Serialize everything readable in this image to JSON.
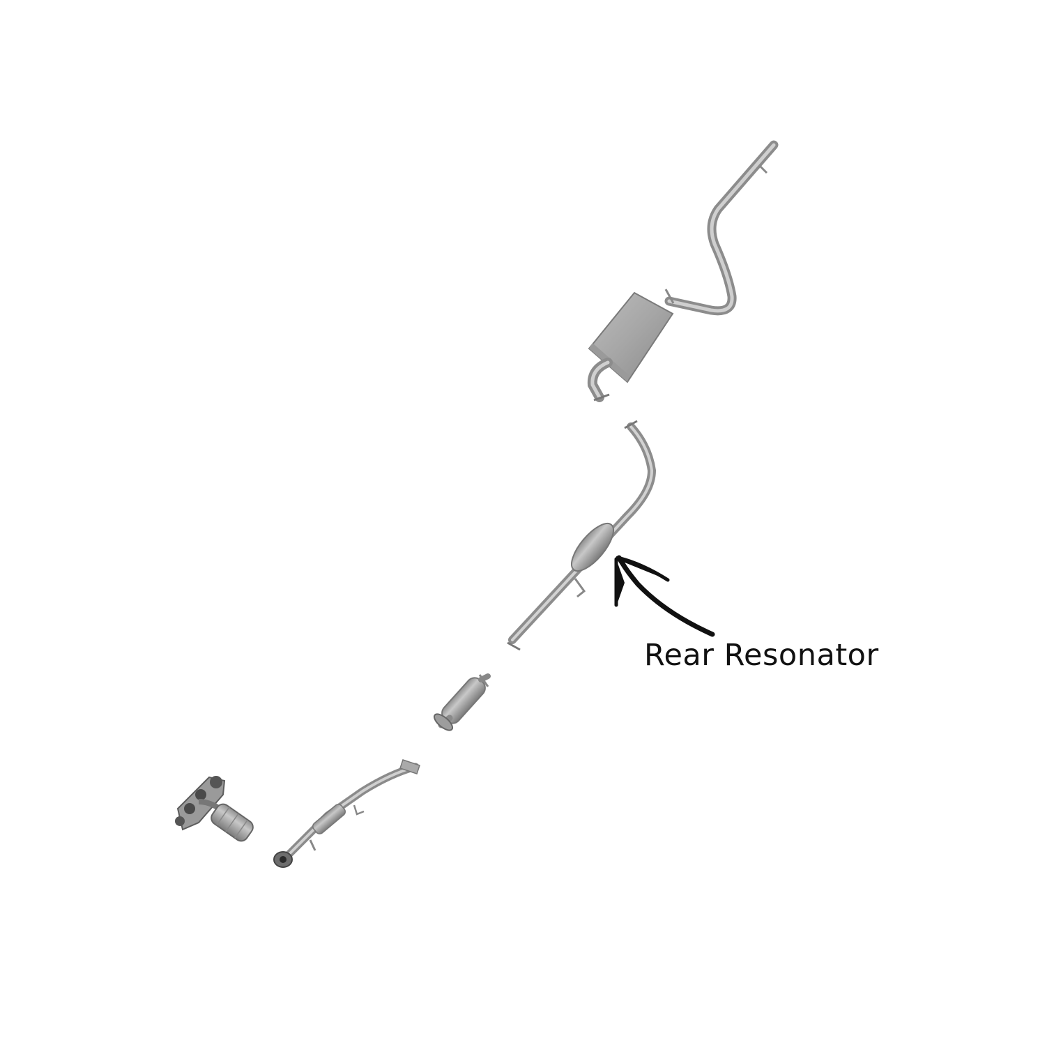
{
  "callout": {
    "label": "Rear Resonator"
  },
  "parts": [
    {
      "name": "exhaust-manifold-converter"
    },
    {
      "name": "front-flex-pipe"
    },
    {
      "name": "catalytic-converter"
    },
    {
      "name": "rear-resonator-pipe"
    },
    {
      "name": "muffler-tailpipe"
    }
  ],
  "colors": {
    "metal_light": "#c9c9c9",
    "metal_mid": "#9a9a9a",
    "metal_dark": "#6d6d6d",
    "arrow": "#111111",
    "background": "#ffffff"
  }
}
